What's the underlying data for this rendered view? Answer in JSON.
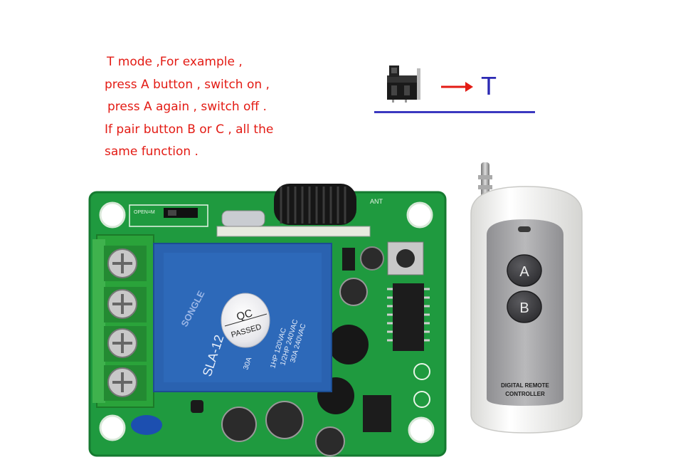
{
  "instructions": {
    "line1": "T mode ,For example ,",
    "line2": "press A button , switch on ,",
    "line3": "press A again , switch off .",
    "line4": "If pair button B or C , all the",
    "line5": "same function ."
  },
  "jumper_legend": {
    "mode_letter": "T",
    "arrow_color": "#e31b14",
    "letter_color": "#2c2ab3"
  },
  "relay": {
    "brand": "SONGLE",
    "badge_top": "QC",
    "badge_bottom": "PASSED",
    "model": "SLA-12",
    "rating_30a": "30A",
    "spec_lines": [
      "1HP 120VAC",
      "1/2HP 240VAC",
      "30A 240VAC"
    ],
    "pcb_jumper_label": "OPEN=M",
    "pcb_ant_label": "ANT"
  },
  "remote": {
    "button_a": "A",
    "button_b": "B",
    "label_line1": "DIGITAL REMOTE",
    "label_line2": "CONTROLLER"
  },
  "colors": {
    "pcb_green": "#1f9a3f",
    "relay_blue": "#2a62b0",
    "remote_body": "#f3f3f1",
    "remote_panel": "#a9a9ab"
  }
}
